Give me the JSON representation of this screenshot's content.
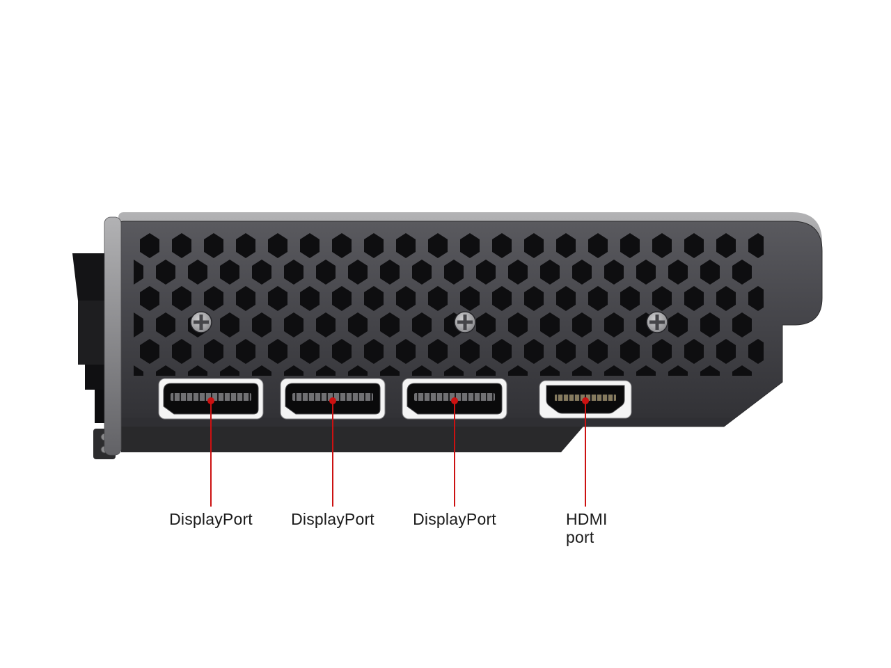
{
  "figure": {
    "callouts": [
      {
        "label": "DisplayPort"
      },
      {
        "label": "DisplayPort"
      },
      {
        "label": "DisplayPort"
      },
      {
        "label": "HDMI port"
      }
    ],
    "colors": {
      "callout_red": "#cc1111",
      "background": "#ffffff"
    }
  }
}
